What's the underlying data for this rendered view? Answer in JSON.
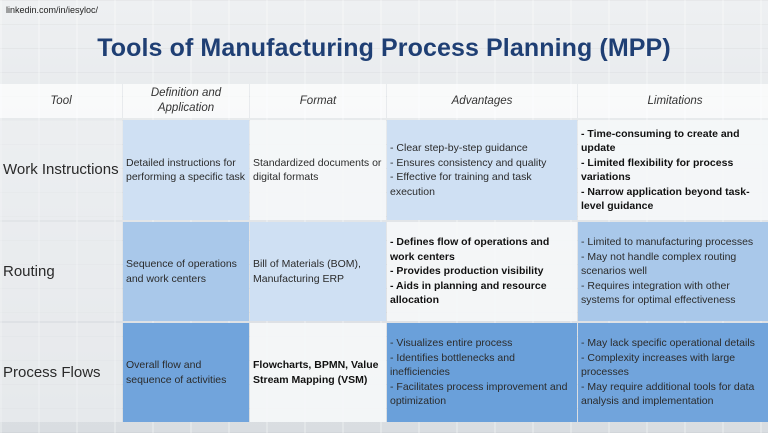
{
  "watermark": "linkedin.com/in/iesyloc/",
  "title": "Tools of Manufacturing Process Planning (MPP)",
  "headers": [
    "Tool",
    "Definition and Application",
    "Format",
    "Advantages",
    "Limitations"
  ],
  "rows": [
    {
      "tool": "Work Instructions",
      "definition": "Detailed instructions for performing a specific task",
      "format": "Standardized documents or digital formats",
      "advantages": [
        "- Clear step-by-step guidance",
        "- Ensures consistency and quality",
        "- Effective for training and task execution"
      ],
      "limitations": [
        "- Time-consuming to create and update",
        "- Limited flexibility for process variations",
        "- Narrow application beyond task-level guidance"
      ]
    },
    {
      "tool": "Routing",
      "definition": "Sequence of operations and work centers",
      "format": "Bill of Materials (BOM), Manufacturing ERP",
      "advantages": [
        "- Defines flow of operations and work centers",
        "- Provides production visibility",
        "- Aids in planning and resource allocation"
      ],
      "limitations": [
        "- Limited to manufacturing processes",
        "- May not handle complex routing scenarios well",
        "- Requires integration with other systems for optimal effectiveness"
      ]
    },
    {
      "tool": "Process Flows",
      "definition": "Overall flow and sequence of activities",
      "format": "Flowcharts, BPMN, Value Stream Mapping (VSM)",
      "advantages": [
        "- Visualizes entire process",
        "- Identifies bottlenecks and inefficiencies",
        "- Facilitates process improvement and optimization"
      ],
      "limitations": [
        "- May lack specific operational details",
        "- Complexity increases with large processes",
        "- May require additional tools for data analysis and implementation"
      ]
    }
  ],
  "colors": {
    "title": "#1f3f74",
    "light_blue": "#cfe0f3",
    "mid_blue": "#a9c8ea",
    "dark_blue": "#71a4dc"
  }
}
